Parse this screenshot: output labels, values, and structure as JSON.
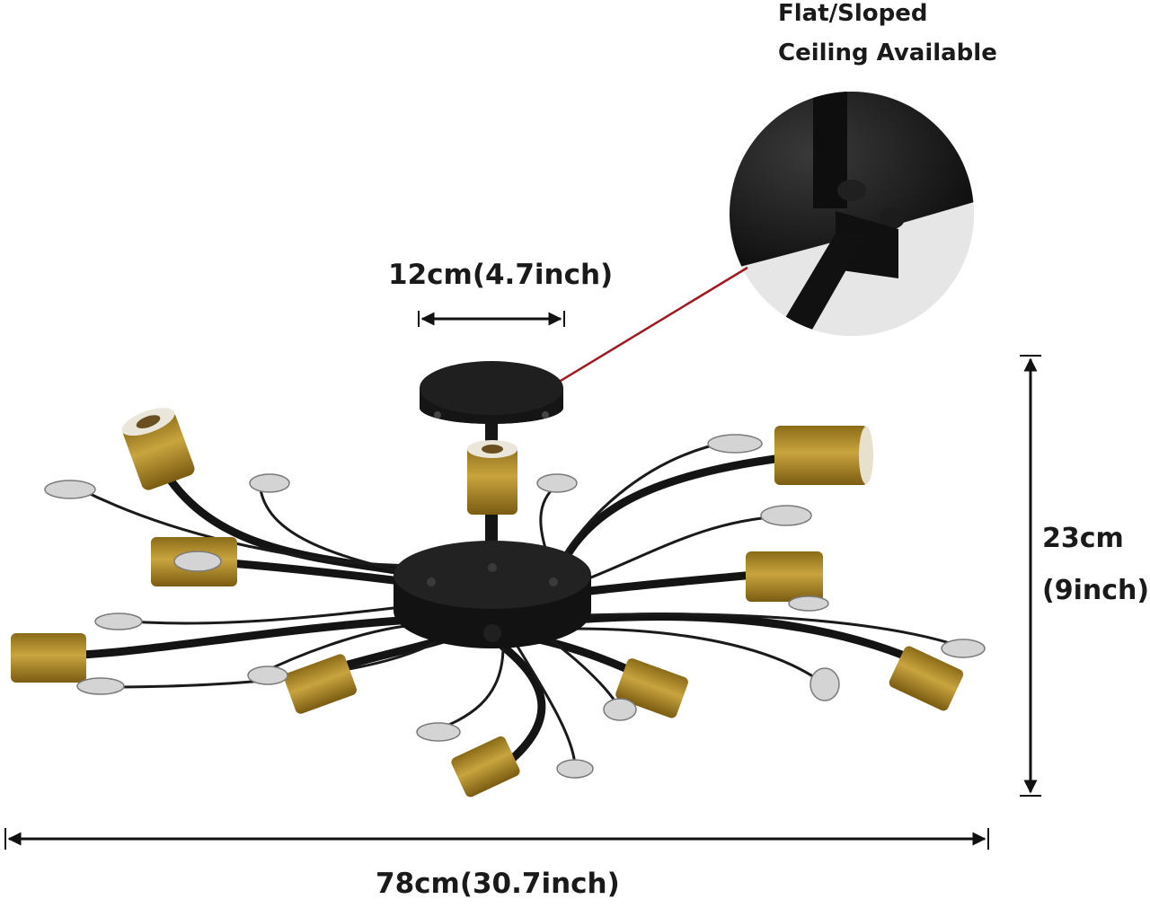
{
  "dimensions": {
    "canopy_width": "12cm(4.7inch)",
    "total_width": "78cm(30.7inch)",
    "height_cm": "23cm",
    "height_inch": "(9inch)"
  },
  "callout": {
    "line1": "Flat/Sloped",
    "line2": "Ceiling Available"
  },
  "colors": {
    "metal_black": "#141414",
    "socket_gold": "#b08c2a",
    "callout_line": "#a01820",
    "text": "#1a1a1a"
  }
}
